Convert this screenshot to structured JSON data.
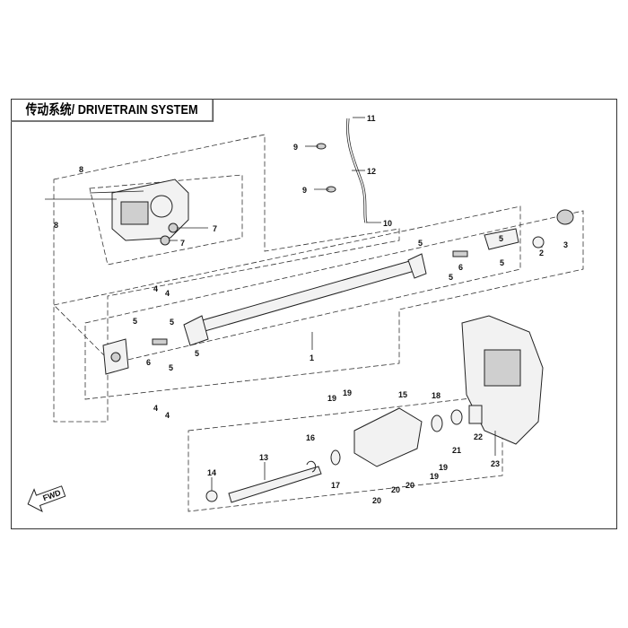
{
  "title": "传动系统/ DRIVETRAIN SYSTEM",
  "fwd_badge": "FWD",
  "callouts": [
    "1",
    "2",
    "3",
    "4",
    "4",
    "4",
    "4",
    "5",
    "5",
    "5",
    "5",
    "5",
    "5",
    "5",
    "5",
    "6",
    "6",
    "7",
    "7",
    "8",
    "8",
    "9",
    "9",
    "10",
    "11",
    "12",
    "13",
    "14",
    "15",
    "16",
    "17",
    "18",
    "19",
    "19",
    "19",
    "19",
    "20",
    "20",
    "20",
    "21",
    "22",
    "23"
  ]
}
